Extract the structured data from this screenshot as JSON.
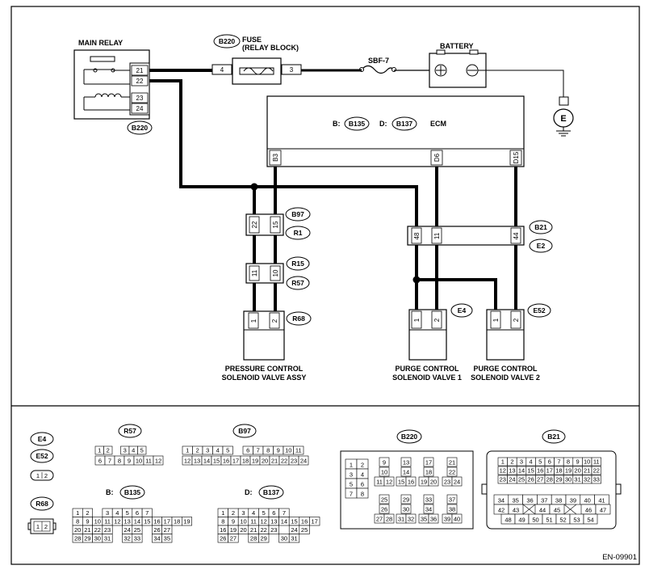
{
  "labels": {
    "main_relay": "MAIN RELAY",
    "fuse": "FUSE",
    "fuse_sub": "(RELAY BLOCK)",
    "sbf": "SBF-7",
    "battery": "BATTERY",
    "ecm": "ECM",
    "ecm_b": "B:",
    "ecm_d": "D:",
    "pcsv_1": "PRESSURE CONTROL",
    "pcsv_2": "SOLENOID VALVE ASSY",
    "purge1_1": "PURGE CONTROL",
    "purge1_2": "SOLENOID VALVE 1",
    "purge2_1": "PURGE CONTROL",
    "purge2_2": "SOLENOID VALVE 2",
    "ground": "E",
    "code": "EN-09901",
    "b_prefix": "B:",
    "d_prefix": "D:"
  },
  "tags": {
    "b220_fuse": "B220",
    "b220_relay": "B220",
    "b135": "B135",
    "b137": "B137",
    "b97": "B97",
    "r1": "R1",
    "r15": "R15",
    "r57": "R57",
    "r68": "R68",
    "b21": "B21",
    "e2": "E2",
    "e4": "E4",
    "e52": "E52",
    "leg_e4": "E4",
    "leg_e52": "E52",
    "leg_r68": "R68",
    "leg_r57": "R57",
    "leg_b97": "B97",
    "leg_b220": "B220",
    "leg_b21": "B21",
    "leg_b135": "B135",
    "leg_b137": "B137"
  },
  "pins": {
    "relay": [
      "21",
      "22",
      "23",
      "24"
    ],
    "fuse_left": "4",
    "fuse_right": "3",
    "ecm": [
      "B3",
      "D6",
      "D15"
    ],
    "b97": [
      "22",
      "15"
    ],
    "r15": [
      "11",
      "10"
    ],
    "r68": [
      "1",
      "2"
    ],
    "b21": [
      "48",
      "11",
      "44"
    ],
    "e4": [
      "1",
      "2"
    ],
    "e52": [
      "1",
      "2"
    ],
    "small_conn": [
      "1",
      "2"
    ]
  },
  "legend_tables": {
    "r57": [
      [
        "1",
        "2",
        "",
        "3",
        "4",
        "5"
      ],
      [
        "6",
        "7",
        "8",
        "9",
        "10",
        "11",
        "12"
      ]
    ],
    "b97": [
      [
        "1",
        "2",
        "3",
        "4",
        "5",
        "",
        "6",
        "7",
        "8",
        "9",
        "10",
        "11"
      ],
      [
        "12",
        "13",
        "14",
        "15",
        "16",
        "17",
        "18",
        "19",
        "20",
        "21",
        "22",
        "23",
        "24"
      ]
    ],
    "b135": [
      [
        "1",
        "2",
        "",
        "3",
        "4",
        "5",
        "6",
        "7"
      ],
      [
        "8",
        "9",
        "10",
        "11",
        "12",
        "13",
        "14",
        "15",
        "16",
        "17",
        "18",
        "19"
      ],
      [
        "20",
        "21",
        "22",
        "23",
        "",
        "24",
        "25",
        "",
        "26",
        "27"
      ],
      [
        "28",
        "29",
        "30",
        "31",
        "",
        "32",
        "33",
        "",
        "34",
        "35"
      ]
    ],
    "b137": [
      [
        "1",
        "2",
        "3",
        "4",
        "5",
        "6",
        "7"
      ],
      [
        "8",
        "9",
        "10",
        "11",
        "12",
        "13",
        "14",
        "15",
        "16",
        "17"
      ],
      [
        "16",
        "19",
        "20",
        "21",
        "22",
        "23",
        "",
        "24",
        "25"
      ],
      [
        "26",
        "27",
        "",
        "28",
        "29",
        "",
        "30",
        "31"
      ]
    ],
    "b220_pairs": [
      [
        "1",
        "2"
      ],
      [
        "3",
        "4"
      ],
      [
        "5",
        "6"
      ],
      [
        "7",
        "8"
      ]
    ],
    "b220_col2": [
      "9",
      "10",
      "11",
      "12"
    ],
    "b220_col3": [
      "13",
      "14",
      "15",
      "16"
    ],
    "b220_col4": [
      "17",
      "18",
      "19",
      "20"
    ],
    "b220_col5": [
      "21",
      "22",
      "23",
      "24"
    ],
    "b220_lower": [
      "25",
      "26",
      "27",
      "28",
      "29",
      "30",
      "31",
      "32",
      "33",
      "34",
      "35",
      "36",
      "37",
      "38",
      "39",
      "40"
    ],
    "b21": [
      [
        "1",
        "2",
        "3",
        "4",
        "5",
        "6",
        "7",
        "8",
        "9",
        "10",
        "11"
      ],
      [
        "12",
        "13",
        "14",
        "15",
        "16",
        "17",
        "18",
        "19",
        "20",
        "21",
        "22"
      ],
      [
        "23",
        "24",
        "25",
        "26",
        "27",
        "28",
        "29",
        "30",
        "31",
        "32",
        "33"
      ],
      [
        "34",
        "35",
        "36",
        "37",
        "38",
        "39",
        "40",
        "41"
      ],
      [
        "42",
        "43",
        "44",
        "45",
        "46",
        "47"
      ],
      [
        "48",
        "49",
        "50",
        "51",
        "52",
        "53",
        "54"
      ]
    ]
  }
}
